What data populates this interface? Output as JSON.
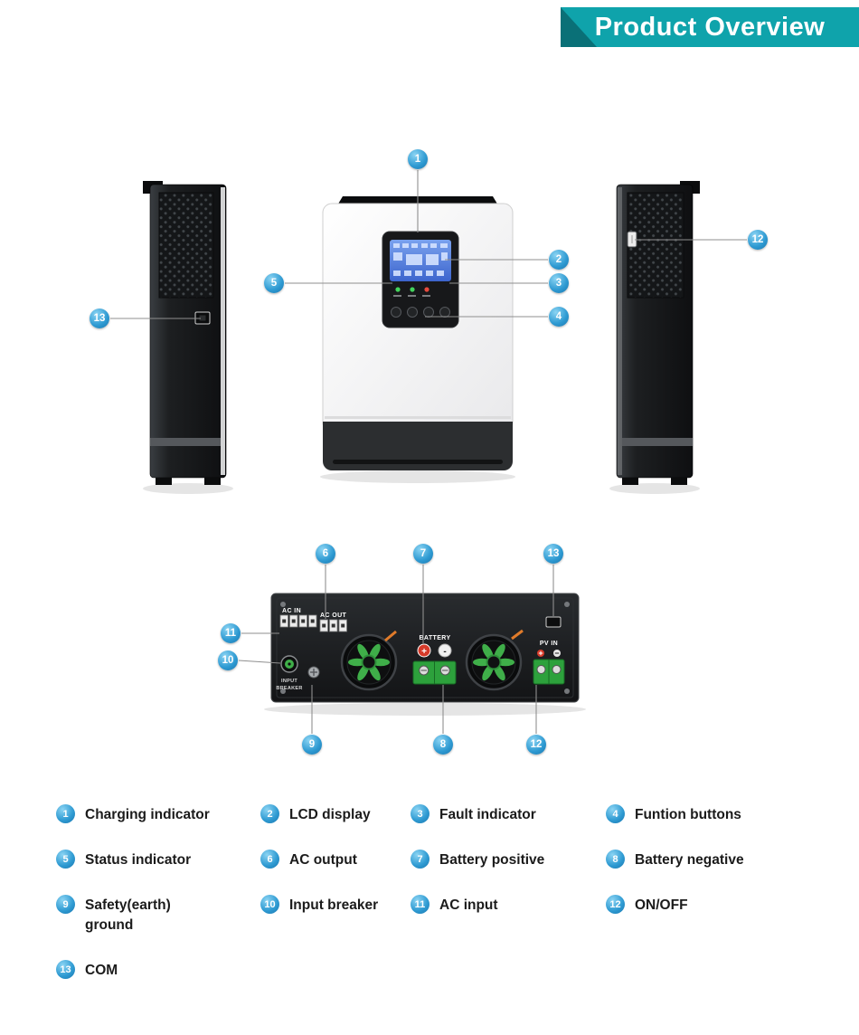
{
  "banner": {
    "title": "Product Overview",
    "color": "#0fa3ab",
    "fold_color": "#0a7077"
  },
  "markers": [
    {
      "n": "1"
    },
    {
      "n": "2"
    },
    {
      "n": "3"
    },
    {
      "n": "4"
    },
    {
      "n": "5"
    },
    {
      "n": "13"
    },
    {
      "n": "12"
    },
    {
      "n": "6"
    },
    {
      "n": "7"
    },
    {
      "n": "13"
    },
    {
      "n": "11"
    },
    {
      "n": "10"
    },
    {
      "n": "9"
    },
    {
      "n": "8"
    },
    {
      "n": "12"
    }
  ],
  "device_labels": {
    "ac_in": "AC IN",
    "ac_out": "AC OUT",
    "battery": "BATTERY",
    "pv_in": "PV IN",
    "input": "INPUT",
    "breaker": "BREAKER",
    "plus": "+",
    "minus": "-"
  },
  "legend": {
    "accent_color": "#2e9ad2",
    "items": [
      {
        "num": "1",
        "label": "Charging indicator"
      },
      {
        "num": "2",
        "label": "LCD display"
      },
      {
        "num": "3",
        "label": "Fault indicator"
      },
      {
        "num": "4",
        "label": "Funtion buttons"
      },
      {
        "num": "5",
        "label": "Status indicator"
      },
      {
        "num": "6",
        "label": "AC output"
      },
      {
        "num": "7",
        "label": "Battery positive"
      },
      {
        "num": "8",
        "label": "Battery negative"
      },
      {
        "num": "9",
        "label": "Safety(earth) ground"
      },
      {
        "num": "10",
        "label": "Input breaker"
      },
      {
        "num": "11",
        "label": "AC input"
      },
      {
        "num": "12",
        "label": "ON/OFF"
      },
      {
        "num": "13",
        "label": "COM"
      }
    ]
  }
}
